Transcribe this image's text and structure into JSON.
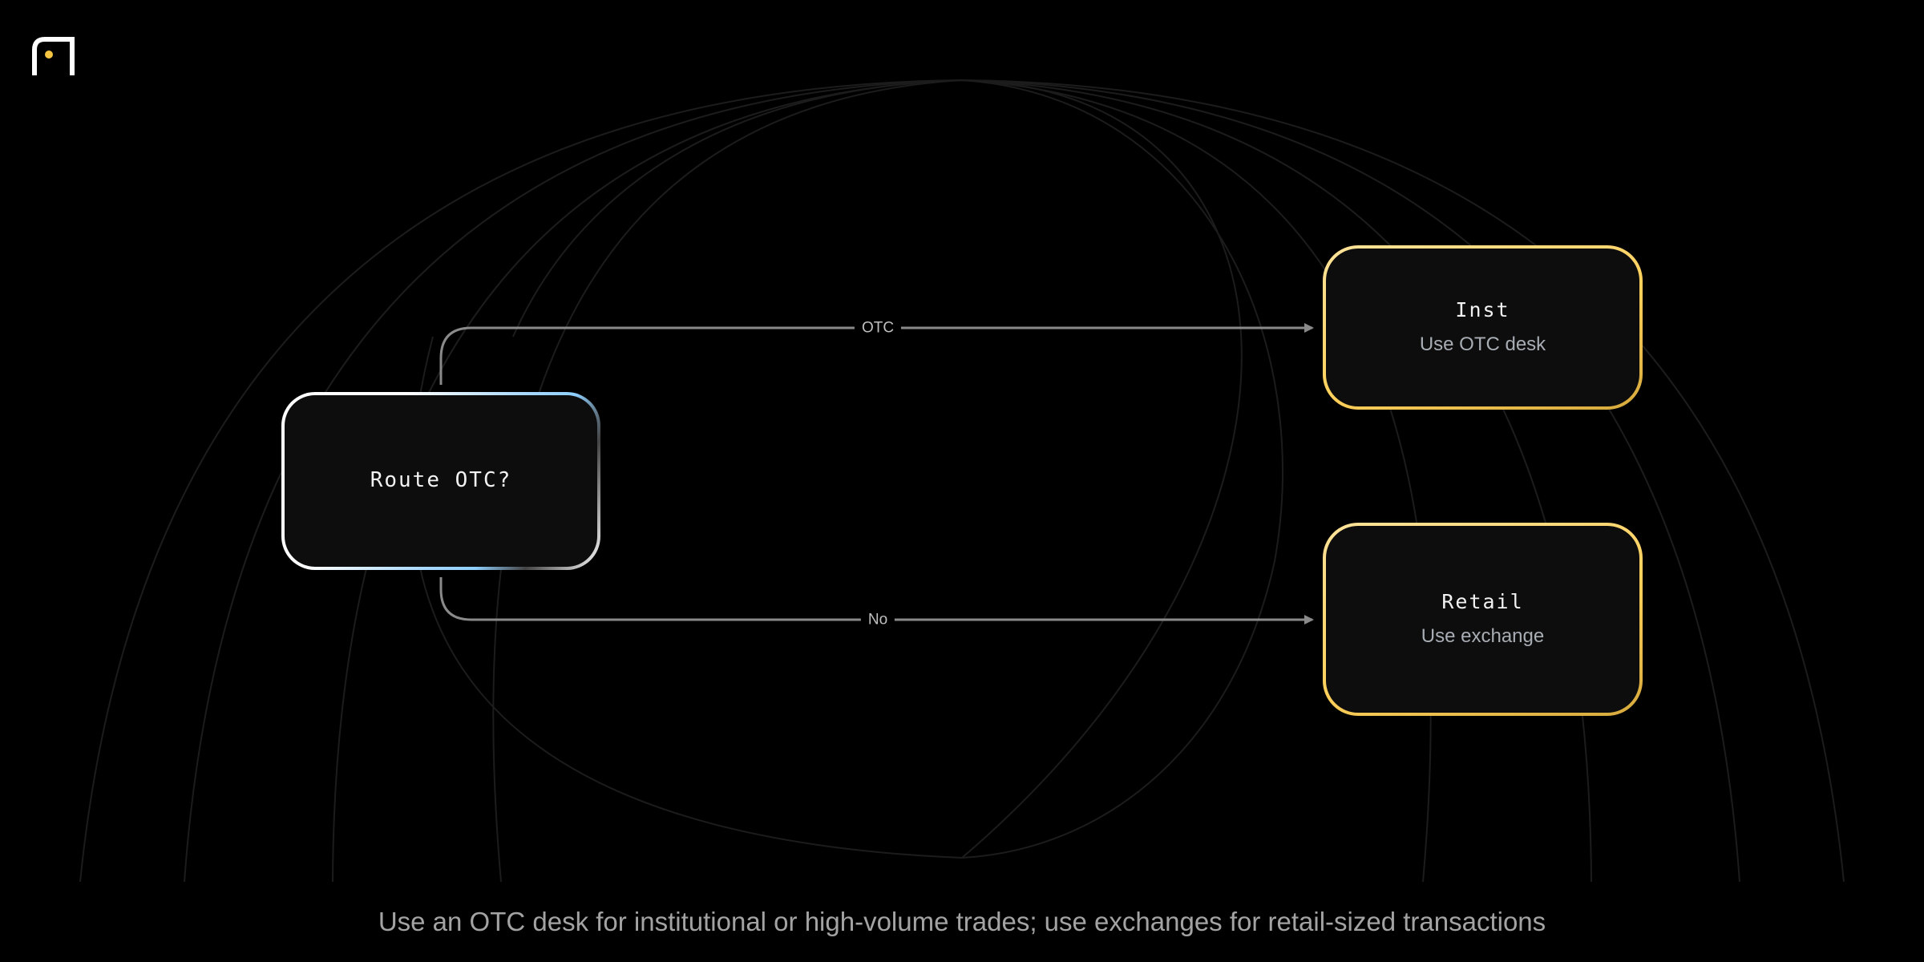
{
  "diagram": {
    "decision": {
      "title": "Route OTC?"
    },
    "outcomes": [
      {
        "title": "Inst",
        "subtitle": "Use OTC desk"
      },
      {
        "title": "Retail",
        "subtitle": "Use exchange"
      }
    ],
    "edges": [
      {
        "from": "Route OTC?",
        "to": "Inst",
        "label": "OTC"
      },
      {
        "from": "Route OTC?",
        "to": "Retail",
        "label": "No"
      }
    ]
  },
  "caption": "Use an OTC desk for institutional or high-volume trades; use exchanges for retail-sized transactions",
  "colors": {
    "background": "#000000",
    "node_fill": "#0d0d0d",
    "decision_border_light": "#ffffff",
    "decision_border_accent": "#8fd0ff",
    "outcome_border": "#ffd15c",
    "connector": "#8a8a8a",
    "logo_dot": "#f5c542"
  },
  "icons": {
    "logo": "brand-logo-icon"
  }
}
